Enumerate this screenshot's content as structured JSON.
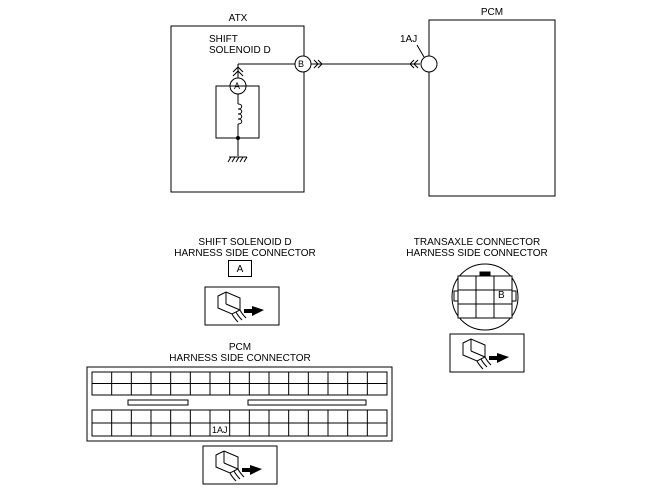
{
  "diagram": {
    "atx_label": "ATX",
    "pcm_label": "PCM",
    "shift_solenoid_label_line1": "SHIFT",
    "shift_solenoid_label_line2": "SOLENOID D",
    "terminal_label": "1AJ",
    "connector_a_marker": "A",
    "connector_b_marker": "B"
  },
  "connectors": {
    "shift_solenoid_title_line1": "SHIFT SOLENOID D",
    "shift_solenoid_title_line2": "HARNESS SIDE CONNECTOR",
    "shift_solenoid_box_label": "A",
    "transaxle_title_line1": "TRANSAXLE CONNECTOR",
    "transaxle_title_line2": "HARNESS SIDE CONNECTOR",
    "transaxle_pin_label": "B",
    "pcm_title_line1": "PCM",
    "pcm_title_line2": "HARNESS SIDE CONNECTOR",
    "pcm_pin_label": "1AJ"
  }
}
